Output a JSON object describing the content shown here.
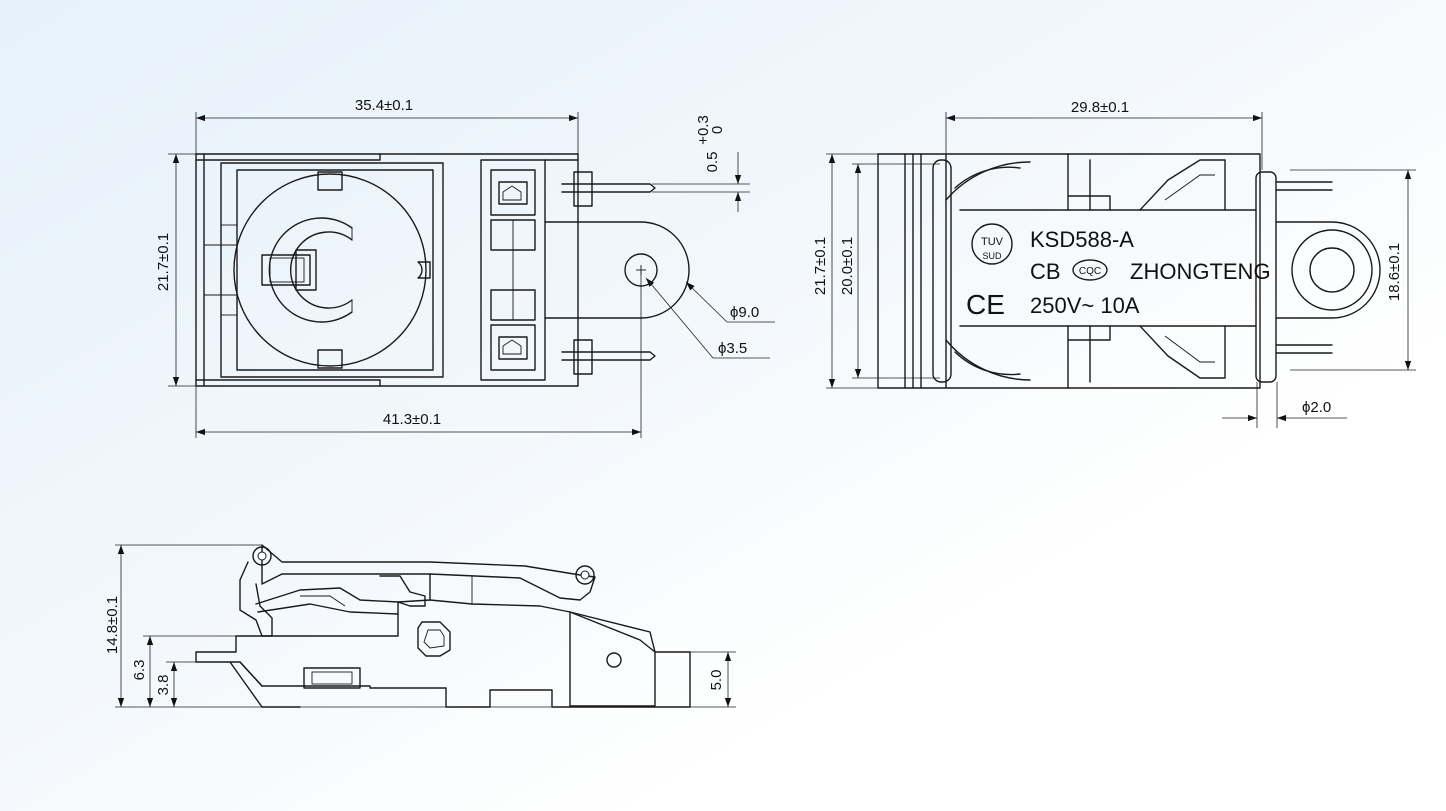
{
  "colors": {
    "background_top": "#e6f1fa",
    "background_bottom": "#ffffff",
    "line": "#1a1a1a"
  },
  "top_view": {
    "dim_width": "35.4±0.1",
    "dim_height": "21.7±0.1",
    "dim_total_length": "41.3±0.1",
    "dim_gap": "0.5",
    "dim_gap_tol_upper": "+0.3",
    "dim_gap_tol_lower": "0",
    "dim_tab_outer": "ϕ9.0",
    "dim_tab_hole": "ϕ3.5"
  },
  "front_view": {
    "dim_width": "29.8±0.1",
    "dim_height_outer": "21.7±0.1",
    "dim_height_inner": "20.0±0.1",
    "dim_terminal_span": "18.6±0.1",
    "dim_pin": "ϕ2.0",
    "marking": {
      "model": "KSD588-A",
      "tuv_top": "TUV",
      "tuv_bottom": "SUD",
      "cb": "CB",
      "cqc": "CQC",
      "brand": "ZHONGTENG",
      "ce": "CE",
      "rating": "250V~ 10A"
    }
  },
  "side_view": {
    "dim_total_height": "14.8±0.1",
    "dim_step_height": "6.3",
    "dim_base_height": "3.8",
    "dim_terminal_height": "5.0"
  }
}
